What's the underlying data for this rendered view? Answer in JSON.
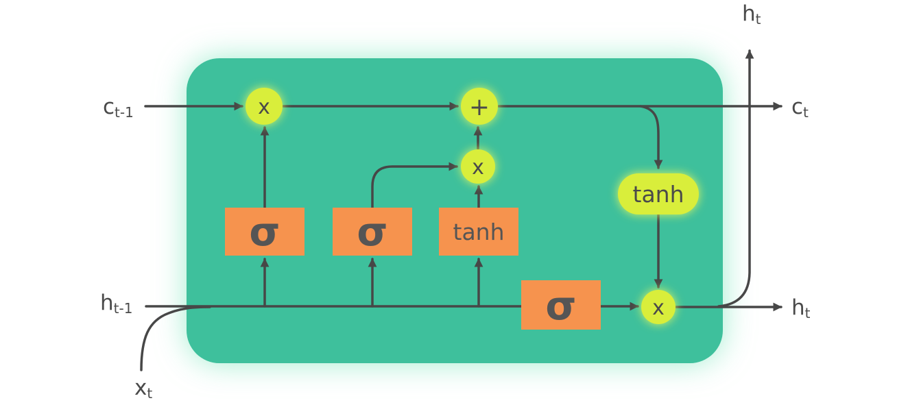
{
  "diagram": {
    "type": "lstm-cell",
    "colors": {
      "cell_body": "#3ec09c",
      "gate_box": "#f6934e",
      "operator": "#d9ee3b",
      "line": "#474747",
      "text": "#4a4a4a"
    },
    "labels": {
      "cell_state_in": {
        "base": "c",
        "sub": "t-1"
      },
      "cell_state_out": {
        "base": "c",
        "sub": "t"
      },
      "hidden_in": {
        "base": "h",
        "sub": "t-1"
      },
      "hidden_out": {
        "base": "h",
        "sub": "t"
      },
      "hidden_out_top": {
        "base": "h",
        "sub": "t"
      },
      "input": {
        "base": "x",
        "sub": "t"
      }
    },
    "gates": {
      "forget": {
        "label": "σ"
      },
      "input": {
        "label": "σ"
      },
      "candidate": {
        "label": "tanh"
      },
      "output": {
        "label": "σ"
      }
    },
    "operators": {
      "forget_multiply": "x",
      "state_add": "+",
      "input_multiply": "x",
      "output_multiply": "x"
    },
    "activation": {
      "output_tanh": "tanh"
    }
  }
}
